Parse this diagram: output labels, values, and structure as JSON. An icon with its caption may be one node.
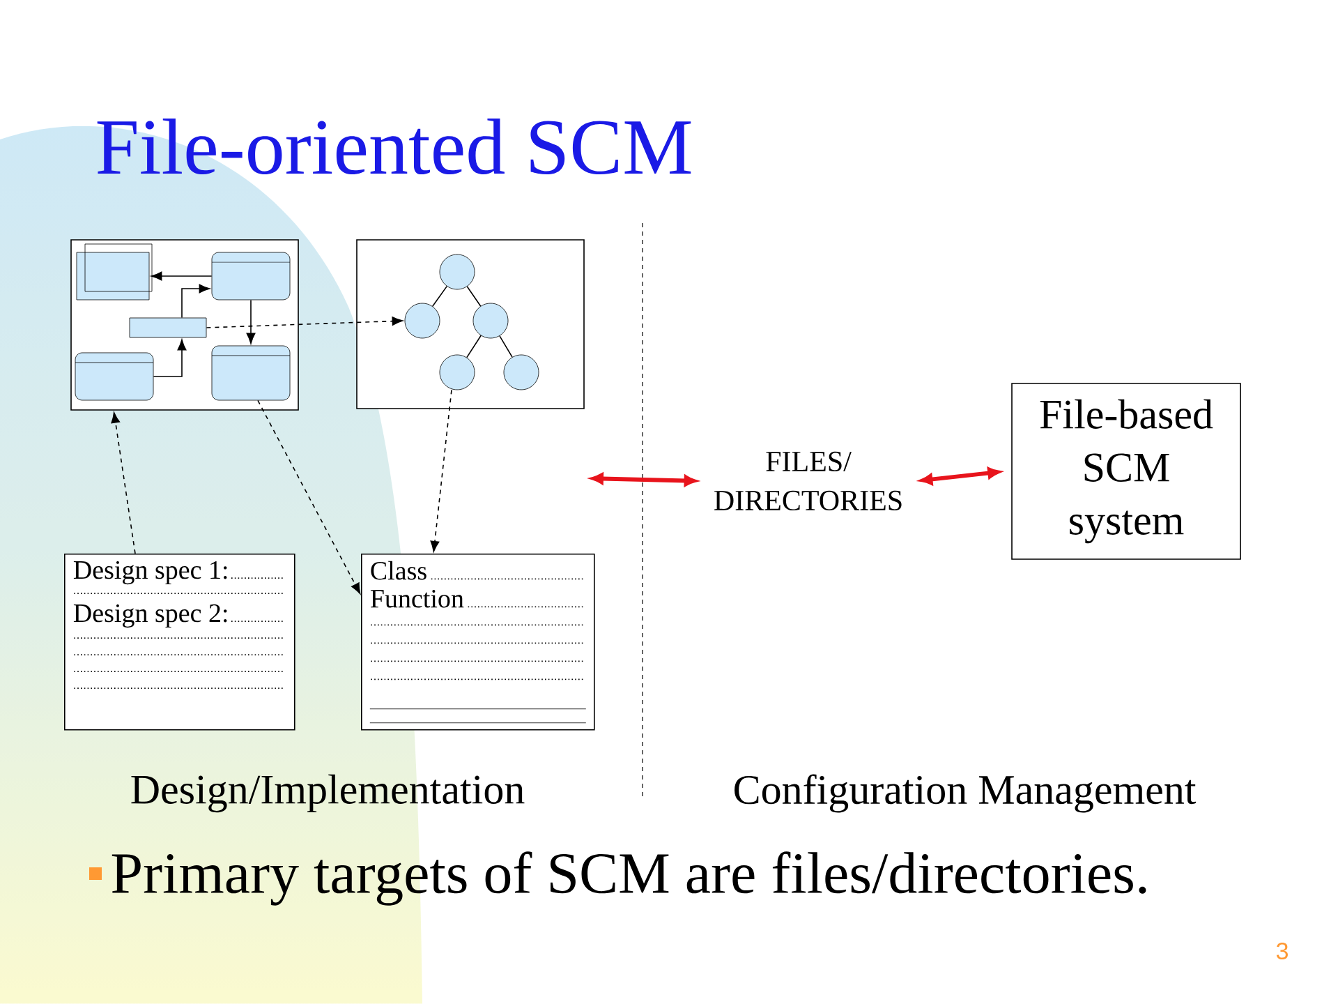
{
  "diagram": {
    "title": "File-oriented SCM",
    "nodes": [
      {
        "text": [],
        "shape": "box"
      },
      {
        "text": [],
        "shape": "box",
        "in": 0
      },
      {
        "text": [],
        "shape": "box",
        "in": 0
      },
      {
        "text": [],
        "shape": "box",
        "in": 0
      },
      {
        "text": [],
        "shape": "box",
        "in": 0
      },
      {
        "text": [],
        "shape": "box",
        "in": 0
      },
      {
        "text": [],
        "shape": "box"
      },
      {
        "text": [],
        "shape": "circle",
        "in": 6
      },
      {
        "text": [],
        "shape": "circle",
        "in": 6
      },
      {
        "text": [],
        "shape": "circle",
        "in": 6
      },
      {
        "text": [],
        "shape": "circle",
        "in": 6
      },
      {
        "text": [],
        "shape": "circle",
        "in": 6
      },
      {
        "text": [
          "Design spec 1:",
          "Design spec 2:"
        ]
      },
      {
        "text": [
          "Class",
          "Function"
        ]
      },
      {
        "text": [
          "FILES/ DIRECTORIES"
        ]
      },
      {
        "text": [
          "File-based SCM system"
        ]
      }
    ],
    "edges": [
      {
        "from": 2,
        "to": 1,
        "arrow": "to"
      },
      {
        "from": 4,
        "to": 3,
        "arrow": "to"
      },
      {
        "from": 3,
        "to": 2,
        "arrow": "to"
      },
      {
        "from": 2,
        "to": 5,
        "arrow": "to"
      },
      {
        "from": 3,
        "to": 8,
        "arrow": "to",
        "style": "dashed"
      },
      {
        "from": 7,
        "to": 8,
        "arrow": "none"
      },
      {
        "from": 7,
        "to": 9,
        "arrow": "none"
      },
      {
        "from": 9,
        "to": 10,
        "arrow": "none"
      },
      {
        "from": 9,
        "to": 11,
        "arrow": "none"
      },
      {
        "from": 12,
        "to": 0,
        "arrow": "to",
        "style": "dashed"
      },
      {
        "from": 5,
        "to": 13,
        "arrow": "to",
        "style": "dashed"
      },
      {
        "from": 10,
        "to": 13,
        "arrow": "to",
        "style": "dashed"
      },
      {
        "from": null,
        "to": 14,
        "arrow": "both",
        "style": "thick",
        "color": "#e8141c"
      },
      {
        "from": 14,
        "to": 15,
        "arrow": "both",
        "style": "thick",
        "color": "#e8141c"
      }
    ],
    "labels": [
      "Design/Implementation",
      "Configuration Management",
      "Primary targets of SCM are files/directories.",
      "3"
    ]
  }
}
